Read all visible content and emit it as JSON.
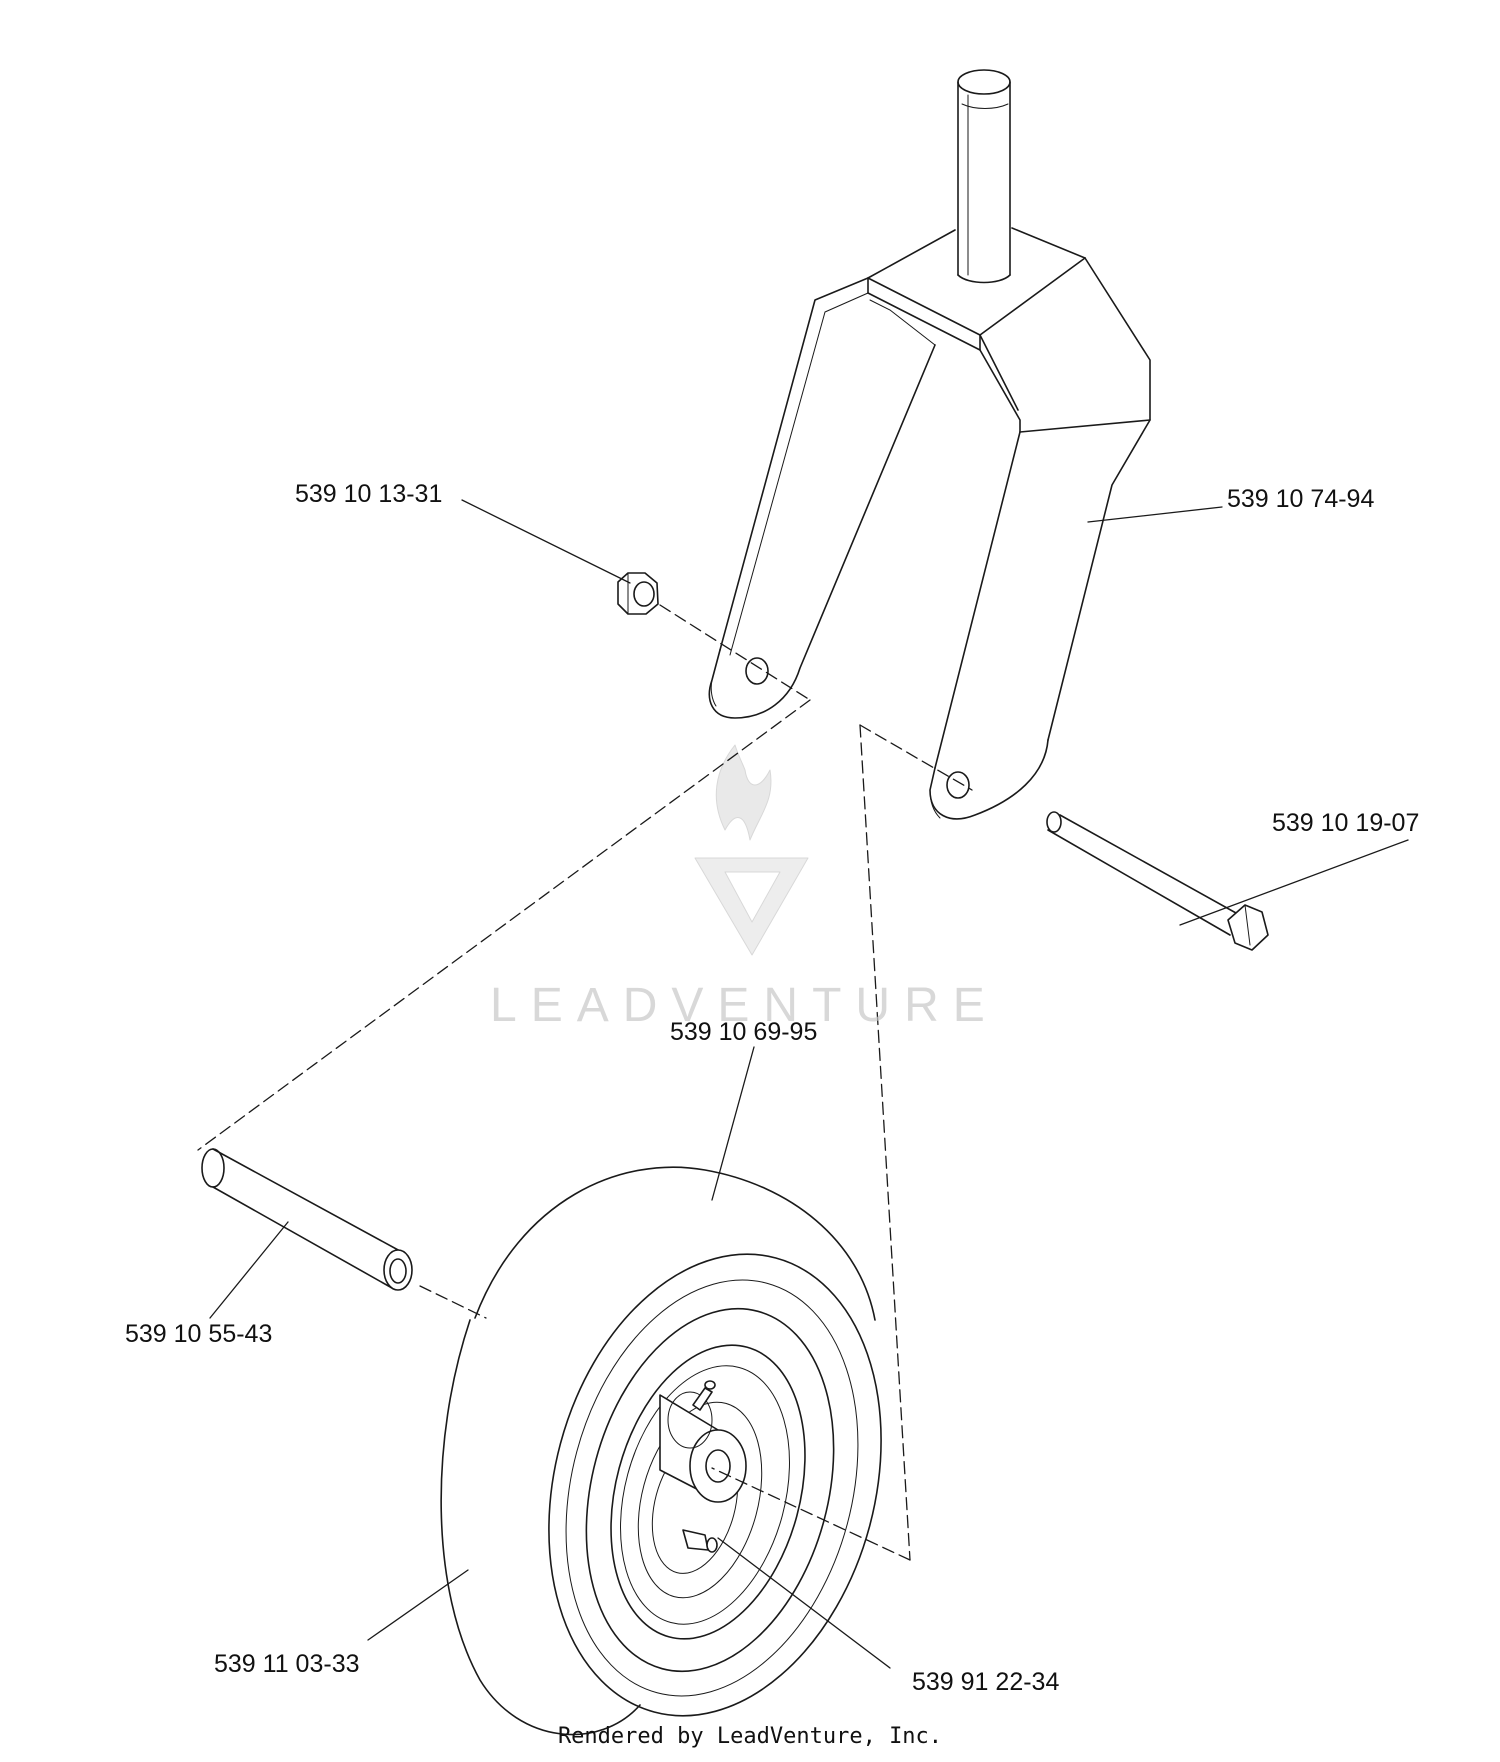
{
  "parts": {
    "fork": "539 10 74-94",
    "nut": "539 10 13-31",
    "bolt": "539 10 19-07",
    "tire": "539 10 69-95",
    "spacer": "539 10 55-43",
    "wheel_assembly": "539 11 03-33",
    "grease_fitting": "539 91 22-34"
  },
  "watermark": "LEADVENTURE",
  "footer": "Rendered by LeadVenture, Inc.",
  "colors": {
    "line": "#1a1a1a",
    "watermark": "#c8c8c8"
  }
}
